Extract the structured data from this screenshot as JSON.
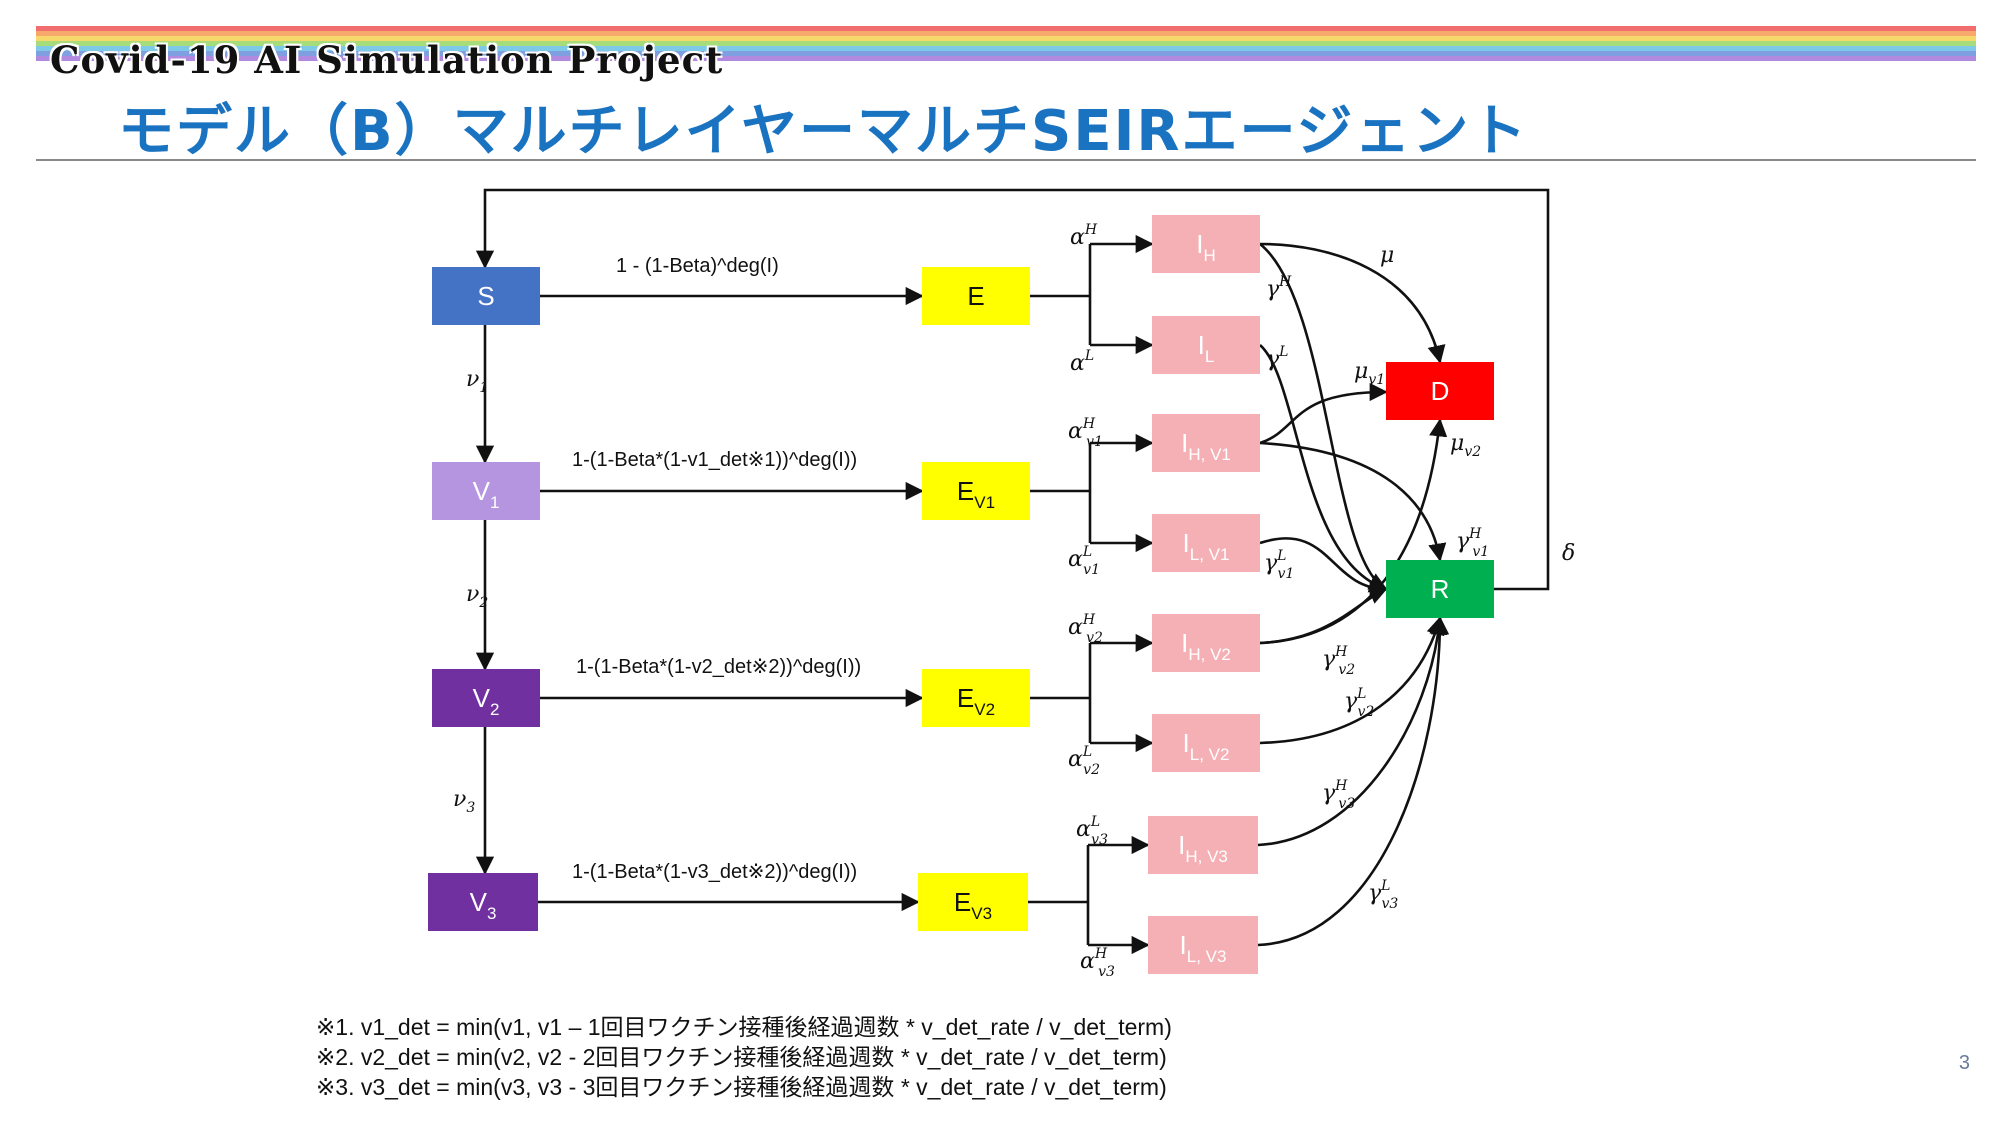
{
  "header": {
    "project_title": "Covid-19 AI Simulation Project",
    "slide_title": "モデル（B）マルチレイヤーマルチSEIRエージェント",
    "rainbow_colors": [
      "#f26d6d",
      "#f7a86b",
      "#f7d96b",
      "#a6dc7a",
      "#7ec8e8",
      "#7f9fe0",
      "#b18ae0"
    ]
  },
  "diagram": {
    "nodes": {
      "S": {
        "main": "S",
        "sub": "",
        "color": "#4472c4",
        "text_color": "#ffffff"
      },
      "V1": {
        "main": "V",
        "sub": "1",
        "color": "#b595e0",
        "text_color": "#ffffff"
      },
      "V2": {
        "main": "V",
        "sub": "2",
        "color": "#7030a0",
        "text_color": "#ffffff"
      },
      "V3": {
        "main": "V",
        "sub": "3",
        "color": "#7030a0",
        "text_color": "#ffffff"
      },
      "E": {
        "main": "E",
        "sub": "",
        "color": "#ffff00",
        "text_color": "#111111"
      },
      "EV1": {
        "main": "E",
        "sub": "V1",
        "color": "#ffff00",
        "text_color": "#111111"
      },
      "EV2": {
        "main": "E",
        "sub": "V2",
        "color": "#ffff00",
        "text_color": "#111111"
      },
      "EV3": {
        "main": "E",
        "sub": "V3",
        "color": "#ffff00",
        "text_color": "#111111"
      },
      "IH": {
        "main": "I",
        "sub": "H",
        "color": "#f4b0b5",
        "text_color": "#ffffff"
      },
      "IL": {
        "main": "I",
        "sub": "L",
        "color": "#f4b0b5",
        "text_color": "#ffffff"
      },
      "IHV1": {
        "main": "I",
        "sub": "H, V1",
        "color": "#f4b0b5",
        "text_color": "#ffffff"
      },
      "ILV1": {
        "main": "I",
        "sub": "L, V1",
        "color": "#f4b0b5",
        "text_color": "#ffffff"
      },
      "IHV2": {
        "main": "I",
        "sub": "H, V2",
        "color": "#f4b0b5",
        "text_color": "#ffffff"
      },
      "ILV2": {
        "main": "I",
        "sub": "L, V2",
        "color": "#f4b0b5",
        "text_color": "#ffffff"
      },
      "IHV3": {
        "main": "I",
        "sub": "H, V3",
        "color": "#f4b0b5",
        "text_color": "#ffffff"
      },
      "ILV3": {
        "main": "I",
        "sub": "L, V3",
        "color": "#f4b0b5",
        "text_color": "#ffffff"
      },
      "D": {
        "main": "D",
        "sub": "",
        "color": "#ff0000",
        "text_color": "#ffffff"
      },
      "R": {
        "main": "R",
        "sub": "",
        "color": "#00b050",
        "text_color": "#ffffff"
      }
    },
    "infection_labels": {
      "S_E": "1 - (1-Beta)^deg(I)",
      "V1_EV1": "1-(1-Beta*(1-v1_det※1))^deg(I))",
      "V2_EV2": "1-(1-Beta*(1-v2_det※2))^deg(I))",
      "V3_EV3": "1-(1-Beta*(1-v3_det※2))^deg(I))"
    },
    "greek": {
      "nu": "ν",
      "alpha": "α",
      "gamma": "γ",
      "mu": "μ",
      "delta": "δ"
    },
    "vaccination_rates": {
      "v1": {
        "sym": "ν",
        "sub": "1"
      },
      "v2": {
        "sym": "ν",
        "sub": "2"
      },
      "v3": {
        "sym": "ν",
        "sub": "3"
      }
    },
    "alpha_labels": {
      "aH": {
        "sym": "α",
        "sup": "H",
        "sub": ""
      },
      "aL": {
        "sym": "α",
        "sup": "L",
        "sub": ""
      },
      "aHv1": {
        "sym": "α",
        "sup": "H",
        "sub": "v1"
      },
      "aLv1": {
        "sym": "α",
        "sup": "L",
        "sub": "v1"
      },
      "aHv2": {
        "sym": "α",
        "sup": "H",
        "sub": "v2"
      },
      "aLv2": {
        "sym": "α",
        "sup": "L",
        "sub": "v2"
      },
      "aLv3": {
        "sym": "α",
        "sup": "L",
        "sub": "v3",
        "color": "#8b3a2a"
      },
      "aHv3": {
        "sym": "α",
        "sup": "H",
        "sub": "v3"
      }
    },
    "gamma_labels": {
      "gH": {
        "sym": "γ",
        "sup": "H",
        "sub": ""
      },
      "gL": {
        "sym": "γ",
        "sup": "L",
        "sub": ""
      },
      "gHv1": {
        "sym": "γ",
        "sup": "H",
        "sub": "v1"
      },
      "gLv1": {
        "sym": "γ",
        "sup": "L",
        "sub": "v1"
      },
      "gHv2": {
        "sym": "γ",
        "sup": "H",
        "sub": "v2"
      },
      "gLv2": {
        "sym": "γ",
        "sup": "L",
        "sub": "v2"
      },
      "gHv3": {
        "sym": "γ",
        "sup": "H",
        "sub": "v3"
      },
      "gLv3": {
        "sym": "γ",
        "sup": "L",
        "sub": "v3"
      }
    },
    "mu_labels": {
      "mu": {
        "sym": "μ",
        "sub": ""
      },
      "mu_v1": {
        "sym": "μ",
        "sub": "v1"
      },
      "mu_v2": {
        "sym": "μ",
        "sub": "v2"
      }
    },
    "delta_label": {
      "sym": "δ"
    }
  },
  "notes": [
    "※1. v1_det = min(v1, v1 – 1回目ワクチン接種後経過週数 * v_det_rate / v_det_term)",
    "※2. v2_det = min(v2, v2 - 2回目ワクチン接種後経過週数 * v_det_rate / v_det_term)",
    "※3. v3_det = min(v3, v3 - 3回目ワクチン接種後経過週数 * v_det_rate / v_det_term)"
  ],
  "page_number": "3"
}
